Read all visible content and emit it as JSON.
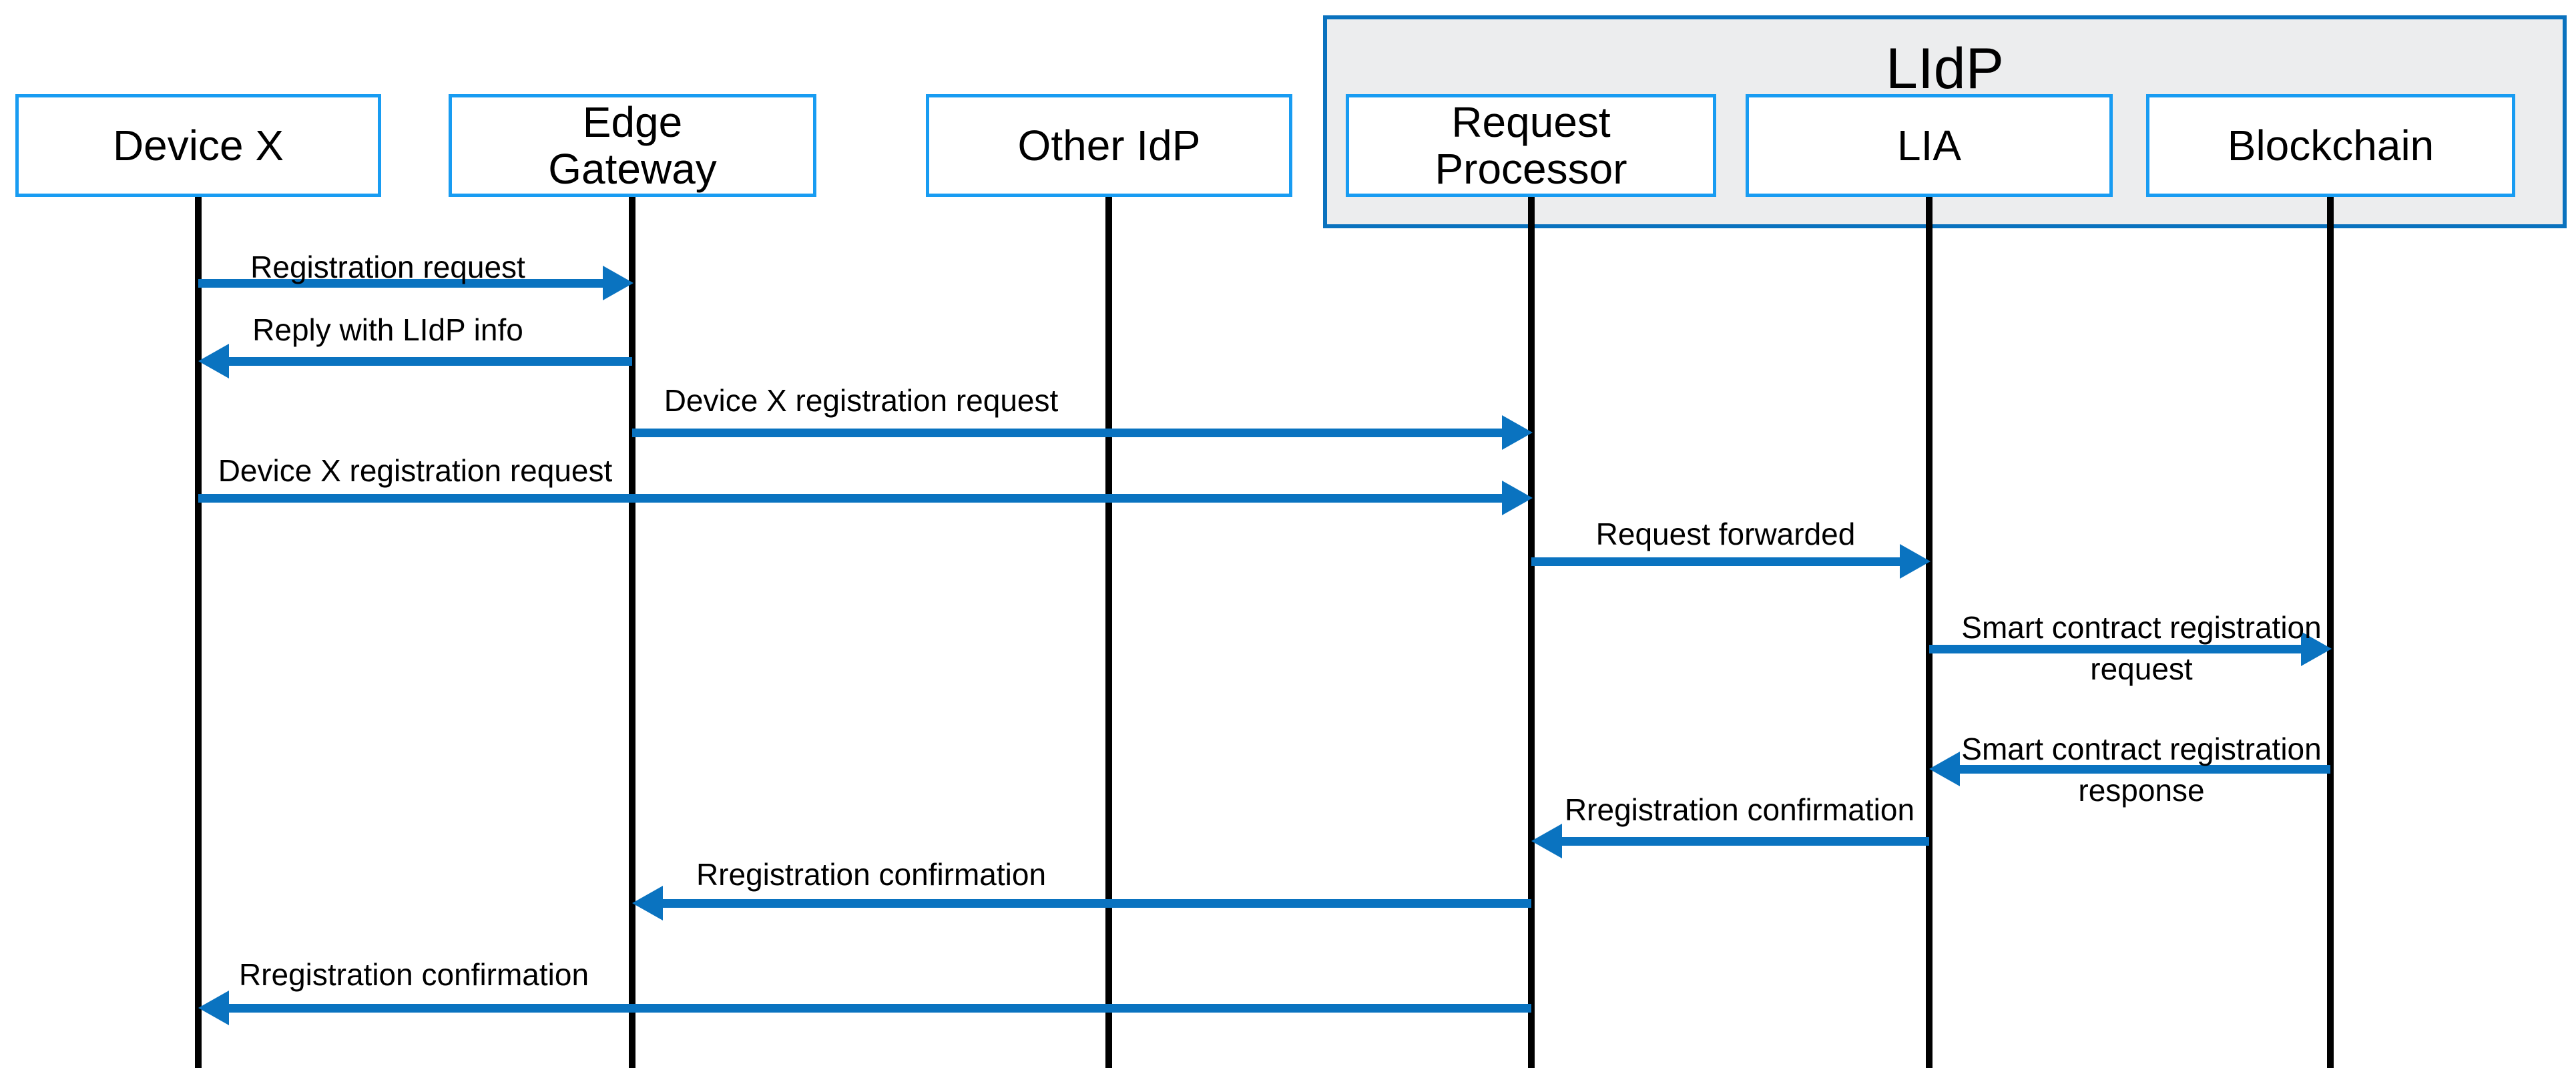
{
  "group": {
    "label": "LIdP"
  },
  "actors": [
    {
      "id": "device-x",
      "label": "Device X"
    },
    {
      "id": "edge-gateway",
      "label": "Edge\nGateway"
    },
    {
      "id": "other-idp",
      "label": "Other IdP"
    },
    {
      "id": "request-processor",
      "label": "Request\nProcessor"
    },
    {
      "id": "lia",
      "label": "LIA"
    },
    {
      "id": "blockchain",
      "label": "Blockchain"
    }
  ],
  "messages": [
    {
      "label": "Registration request",
      "from": "Device X",
      "to": "Edge Gateway",
      "direction": "right"
    },
    {
      "label": "Reply with LIdP info",
      "from": "Edge Gateway",
      "to": "Device X",
      "direction": "left"
    },
    {
      "label": "Device X registration request",
      "from": "Edge Gateway",
      "to": "Request Processor",
      "direction": "right"
    },
    {
      "label": "Device X registration request",
      "from": "Device X",
      "to": "Request Processor",
      "direction": "right"
    },
    {
      "label": "Request forwarded",
      "from": "Request Processor",
      "to": "LIA",
      "direction": "right"
    },
    {
      "label": "Smart contract registration\nrequest",
      "from": "LIA",
      "to": "Blockchain",
      "direction": "right"
    },
    {
      "label": "Smart contract registration\nresponse",
      "from": "Blockchain",
      "to": "LIA",
      "direction": "left"
    },
    {
      "label": "Rregistration confirmation",
      "from": "LIA",
      "to": "Request Processor",
      "direction": "left"
    },
    {
      "label": "Rregistration confirmation",
      "from": "Request Processor",
      "to": "Edge Gateway",
      "direction": "left"
    },
    {
      "label": "Rregistration confirmation",
      "from": "Request Processor",
      "to": "Device X",
      "direction": "left"
    }
  ],
  "colors": {
    "arrow": "#0A73C0",
    "actor_border": "#189CF2",
    "group_fill": "#ECEDEE",
    "group_border": "#0A72BE",
    "lifeline": "#000000",
    "text": "#000000"
  }
}
